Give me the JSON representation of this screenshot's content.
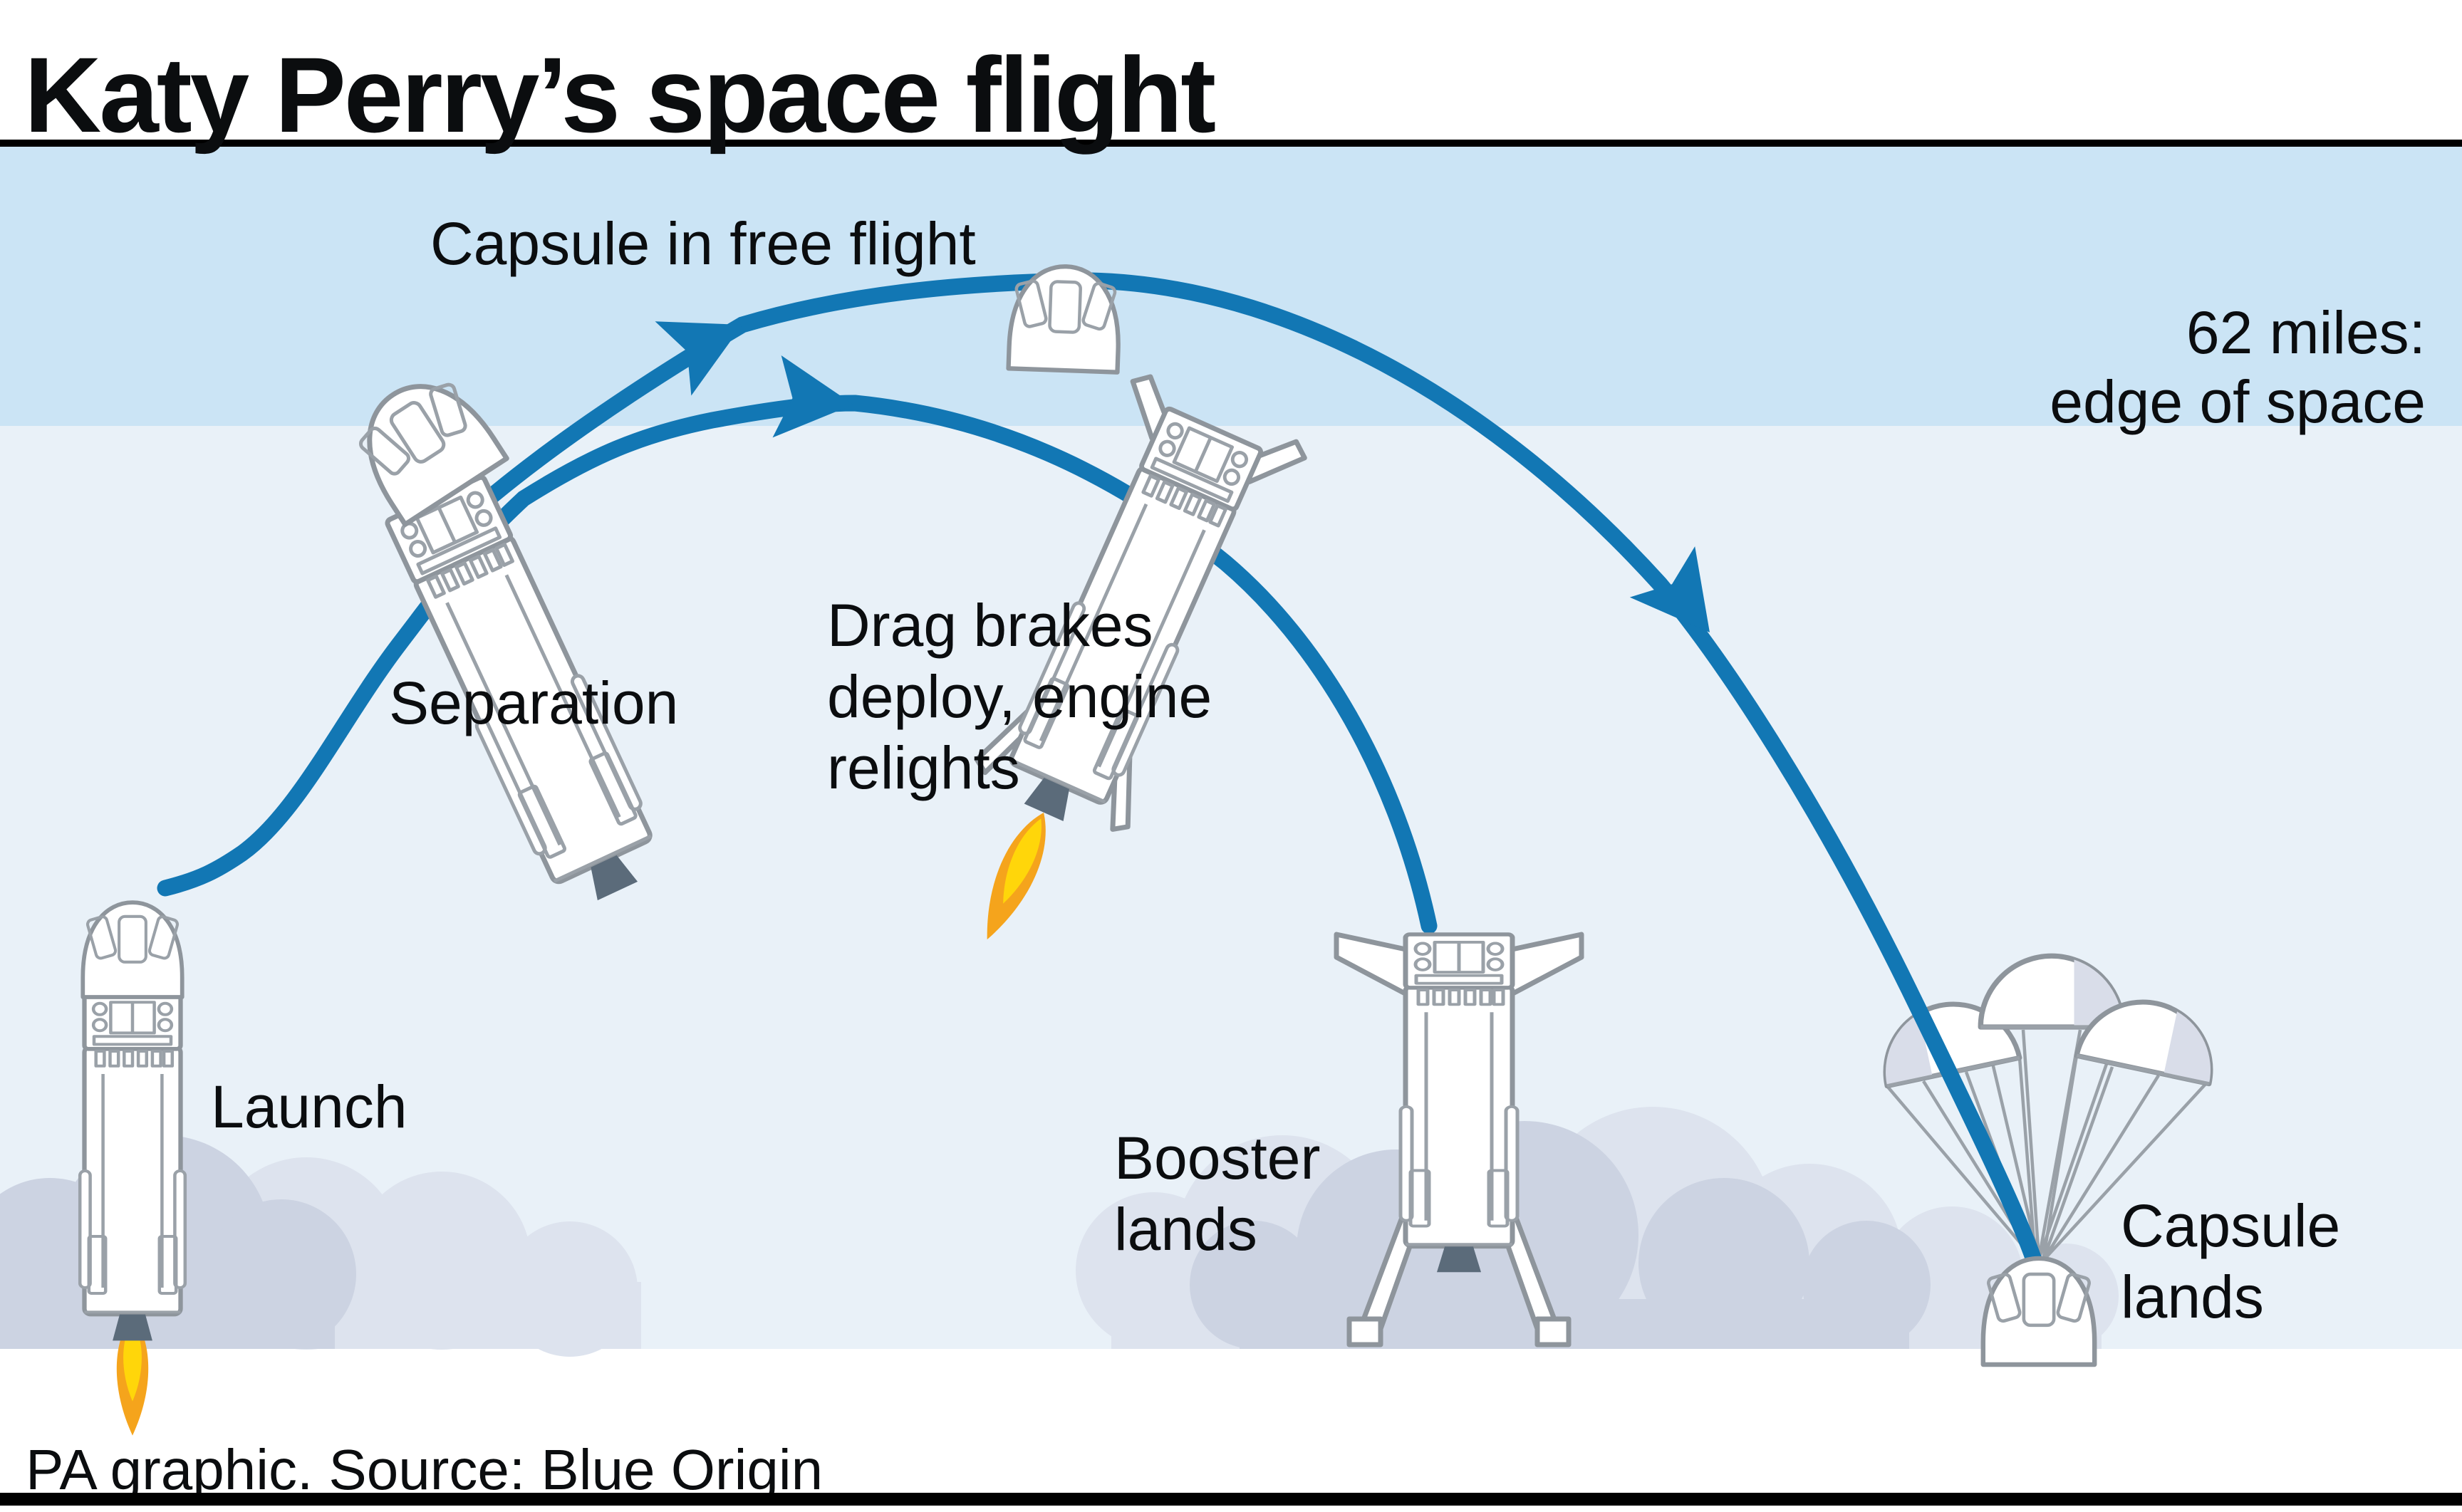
{
  "title": "Katy Perry’s space flight",
  "annotations": {
    "altitude": {
      "line1": "62 miles:",
      "line2": "edge of space"
    }
  },
  "stages": {
    "capsule_free_flight": {
      "label": "Capsule in free flight"
    },
    "separation": {
      "label": "Separation"
    },
    "drag_brakes": {
      "line1": "Drag brakes",
      "line2": "deploy, engine",
      "line3": "relights"
    },
    "launch": {
      "label": "Launch"
    },
    "booster_lands": {
      "line1": "Booster",
      "line2": "lands"
    },
    "capsule_lands": {
      "line1": "Capsule",
      "line2": "lands"
    }
  },
  "footer": {
    "credit": "PA graphic. Source: Blue Origin"
  },
  "colors": {
    "flight_path_blue": "#1277b4",
    "sky_upper_band": "#cbe4f5",
    "sky_lower_band": "#e9f1f8",
    "cloud_front": "#ccd3e2",
    "cloud_back": "#dde3ee",
    "rocket_outline_gray": "#8e959c",
    "engine_nozzle_gray": "#5b6b7a",
    "flame_outer": "#f5a41c",
    "flame_inner": "#ffd60a",
    "parachute_shade": "#d9dde9",
    "text_black": "#0b0d0f"
  },
  "icons": [
    "flight-path-capsule",
    "flight-path-booster",
    "arrowhead-icon",
    "crew-capsule-icon",
    "booster-rocket-icon",
    "parachute-icon",
    "flame-icon",
    "cloud-icon"
  ]
}
